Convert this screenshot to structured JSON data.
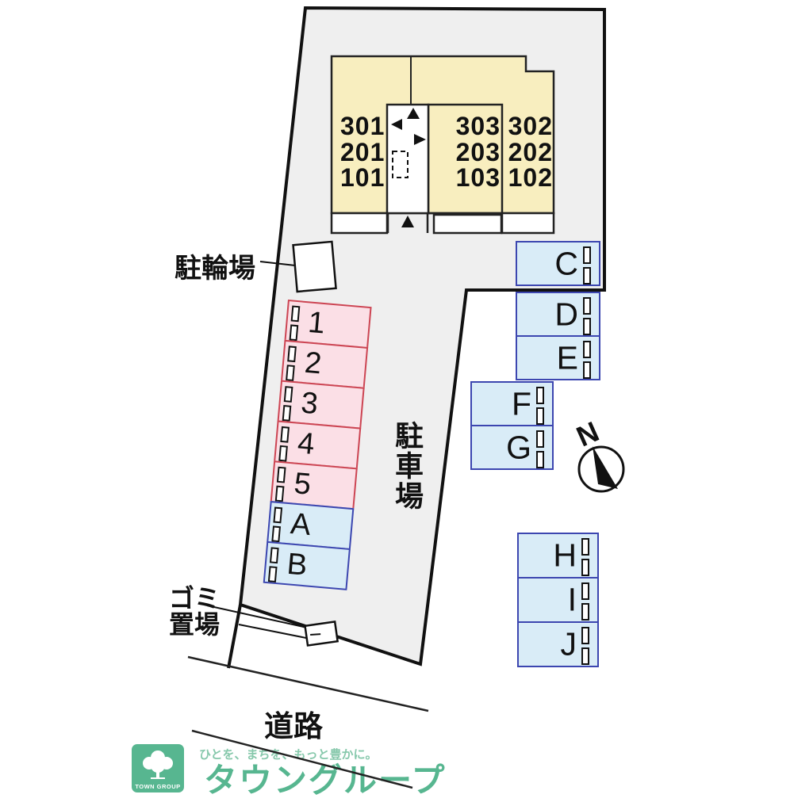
{
  "labels": {
    "bicycle_parking": "駐輪場",
    "parking_lot": "駐車場",
    "garbage_line1": "ゴミ",
    "garbage_line2": "置場",
    "road": "道路",
    "compass_north": "N"
  },
  "building": {
    "units_left": [
      "301",
      "201",
      "101"
    ],
    "units_middle": [
      "303",
      "203",
      "103"
    ],
    "units_right": [
      "302",
      "202",
      "102"
    ]
  },
  "parking": {
    "row_spaces": [
      "1",
      "2",
      "3",
      "4",
      "5",
      "A",
      "B"
    ],
    "side_spaces": [
      "C",
      "D",
      "E",
      "F",
      "G"
    ],
    "bottom_spaces": [
      "H",
      "I",
      "J"
    ]
  },
  "colors": {
    "site_fill": "#efefef",
    "building_fill": "#f8eebf",
    "pink_fill": "#fbdfe6",
    "pink_border": "#cc4553",
    "blue_fill": "#d9ecf7",
    "blue_border": "#3c46b0",
    "brand_green": "#57b690"
  },
  "logo": {
    "badge_text": "TOWN GROUP",
    "tagline": "ひとを、まちを、もっと豊かに。",
    "brand": "タウングループ"
  }
}
